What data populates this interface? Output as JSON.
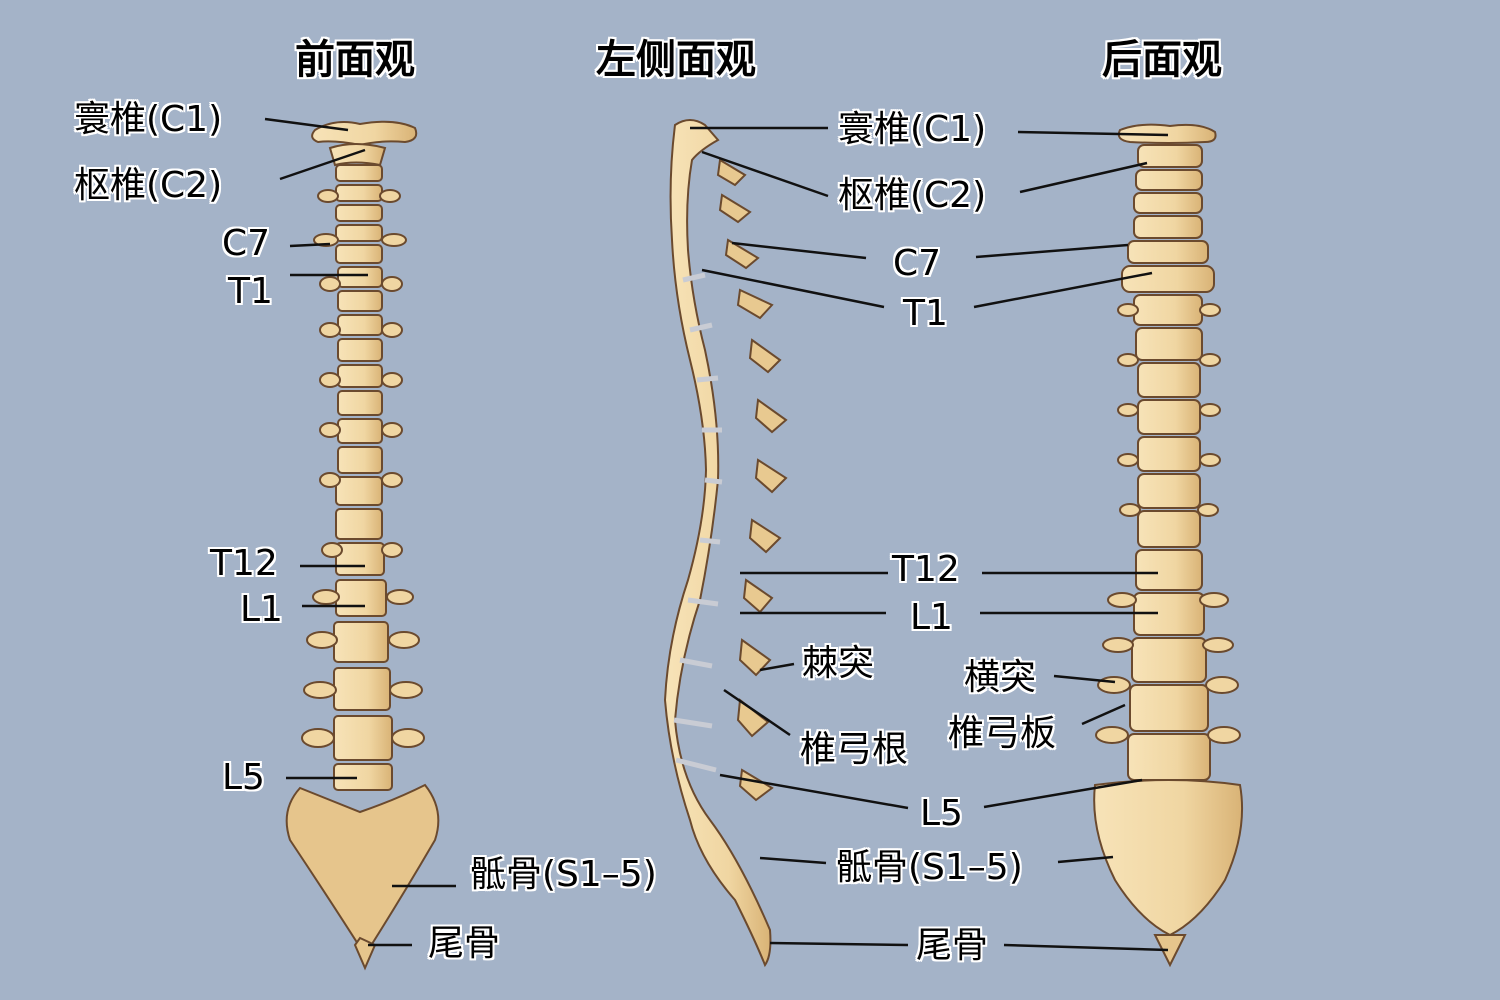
{
  "titles": {
    "front": "前面观",
    "left_side": "左侧面观",
    "back": "后面观"
  },
  "colors": {
    "background": "#a4b3c8",
    "bone": "#f0d9a8",
    "bone_shadow": "#d9b77c",
    "outline": "#6b4a2e",
    "disc": "#c9ccd4",
    "leader_line": "#111111"
  },
  "front_labels": {
    "c1": "寰椎(C1)",
    "c2": "枢椎(C2)",
    "c7": "C7",
    "t1": "T1",
    "t12": "T12",
    "l1": "L1",
    "l5": "L5",
    "sacrum": "骶骨(S1–5)",
    "coccyx": "尾骨"
  },
  "side_labels": {
    "c1": "寰椎(C1)",
    "c2": "枢椎(C2)",
    "c7": "C7",
    "t1": "T1",
    "t12": "T12",
    "l1": "L1",
    "spinous_process": "棘突",
    "pedicle": "椎弓根",
    "l5": "L5",
    "sacrum": "骶骨(S1–5)",
    "coccyx": "尾骨"
  },
  "back_labels": {
    "transverse_process": "横突",
    "lamina": "椎弓板"
  }
}
